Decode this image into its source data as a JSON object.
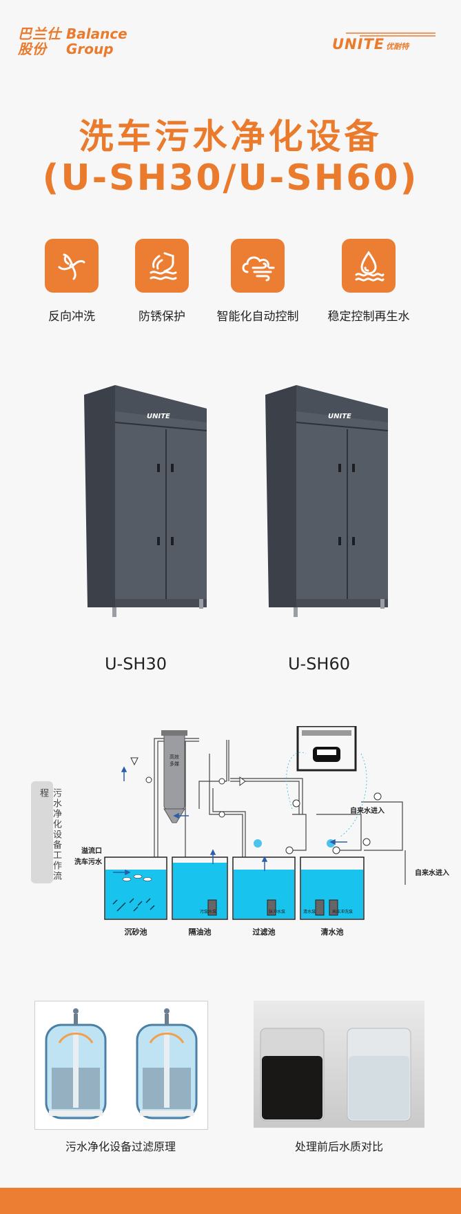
{
  "header": {
    "brand_cn": "巴兰仕\n股份",
    "brand_en": "Balance\nGroup",
    "unite_logo": "UNITE",
    "unite_cn": "优耐特"
  },
  "title": {
    "line1": "洗车污水净化设备",
    "line2": "(U-SH30/U-SH60)"
  },
  "features": [
    {
      "label": "反向冲洗",
      "icon": "fan-icon"
    },
    {
      "label": "防锈保护",
      "icon": "shield-water-icon"
    },
    {
      "label": "智能化自动控制",
      "icon": "cloud-wind-icon"
    },
    {
      "label": "稳定控制再生水",
      "icon": "water-drop-icon"
    }
  ],
  "products": [
    {
      "model": "U-SH30",
      "cabinet_logo": "UNITE"
    },
    {
      "model": "U-SH60",
      "cabinet_logo": "UNITE"
    }
  ],
  "flow": {
    "side_label": "污水净化设备工作流程",
    "labels": {
      "overflow": "溢流口",
      "wash_water": "洗车污水",
      "tap_in_1": "自来水进入",
      "tap_in_2": "自来水进入",
      "filter_tank_label": "高效多媒",
      "pump_1": "污泵水泵",
      "pump_2": "脉冲水泵",
      "pump_3": "清水泵",
      "pump_4": "高压冲洗泵"
    },
    "tanks": [
      "沉砂池",
      "隔油池",
      "过滤池",
      "清水池"
    ]
  },
  "bottom": {
    "filter_caption": "污水净化设备过滤原理",
    "compare_caption": "处理前后水质对比"
  },
  "colors": {
    "accent": "#ec7e33",
    "water": "#18c4ee",
    "cabinet": "#4f5560"
  }
}
